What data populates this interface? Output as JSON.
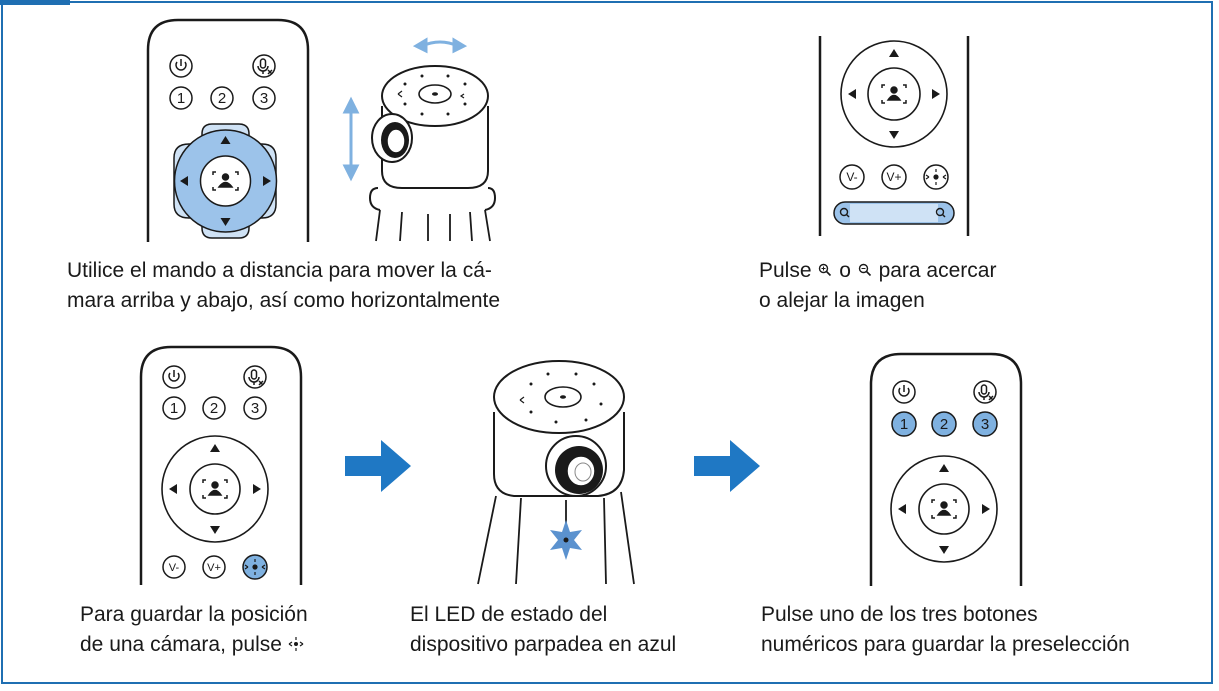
{
  "colors": {
    "frame": "#1f6fb2",
    "highlight": "#9cc3ea",
    "highlight_light": "#cfe2f5",
    "arrow": "#1f78c4",
    "line": "#1a1a1a",
    "led": "#5b92cf"
  },
  "captions": {
    "pan_tilt": {
      "line1": "Utilice el mando a distancia para mover la cá-",
      "line2": "mara arriba y abajo, así como horizontalmente"
    },
    "zoom": {
      "line1_a": "Pulse ",
      "line1_b": " o ",
      "line1_c": " para acercar",
      "line2": "o alejar la imagen",
      "icons": [
        "zoom-in-icon",
        "zoom-out-icon"
      ]
    },
    "save_position": {
      "line1": "Para guardar la posición",
      "line2_a": "de una cámara, pulse ",
      "icon": "preset-icon"
    },
    "led_status": {
      "line1": "El LED de estado del",
      "line2": "dispositivo parpadea en azul"
    },
    "preset_buttons": {
      "line1": "Pulse uno de los tres botones",
      "line2": "numéricos para guardar la preselección"
    }
  },
  "remote": {
    "numbers": [
      "1",
      "2",
      "3"
    ],
    "volume_down": "V-",
    "volume_up": "V+"
  }
}
